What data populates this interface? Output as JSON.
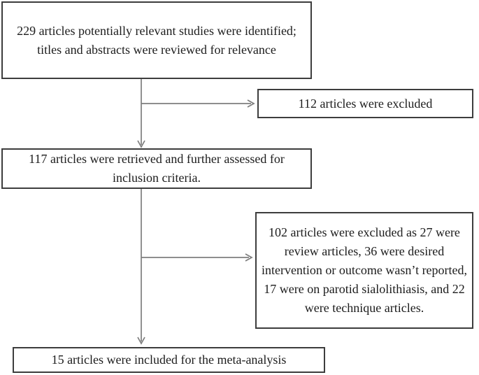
{
  "flowchart": {
    "type": "study-selection-flow-diagram",
    "boxes": [
      {
        "id": "identified",
        "text": "229 articles potentially relevant studies were identified; titles and abstracts were reviewed for relevance"
      },
      {
        "id": "excluded-1",
        "text": "112 articles were excluded"
      },
      {
        "id": "retrieved",
        "text": "117 articles were retrieved and further assessed for inclusion criteria."
      },
      {
        "id": "excluded-2",
        "text": "102 articles were excluded as 27 were review articles, 36 were desired intervention or outcome wasn’t reported, 17 were on parotid sialolithiasis, and 22 were technique articles."
      },
      {
        "id": "included",
        "text": "15 articles were included for the meta-analysis"
      }
    ],
    "arrows": [
      {
        "from": "identified",
        "to": "retrieved"
      },
      {
        "from": "identified",
        "to": "excluded-1"
      },
      {
        "from": "retrieved",
        "to": "included"
      },
      {
        "from": "retrieved",
        "to": "excluded-2"
      }
    ],
    "colors": {
      "background": "#ffffff",
      "box_border": "#3d3d3d",
      "text": "#1c1c1c",
      "arrow": "#7e7e7e"
    }
  }
}
